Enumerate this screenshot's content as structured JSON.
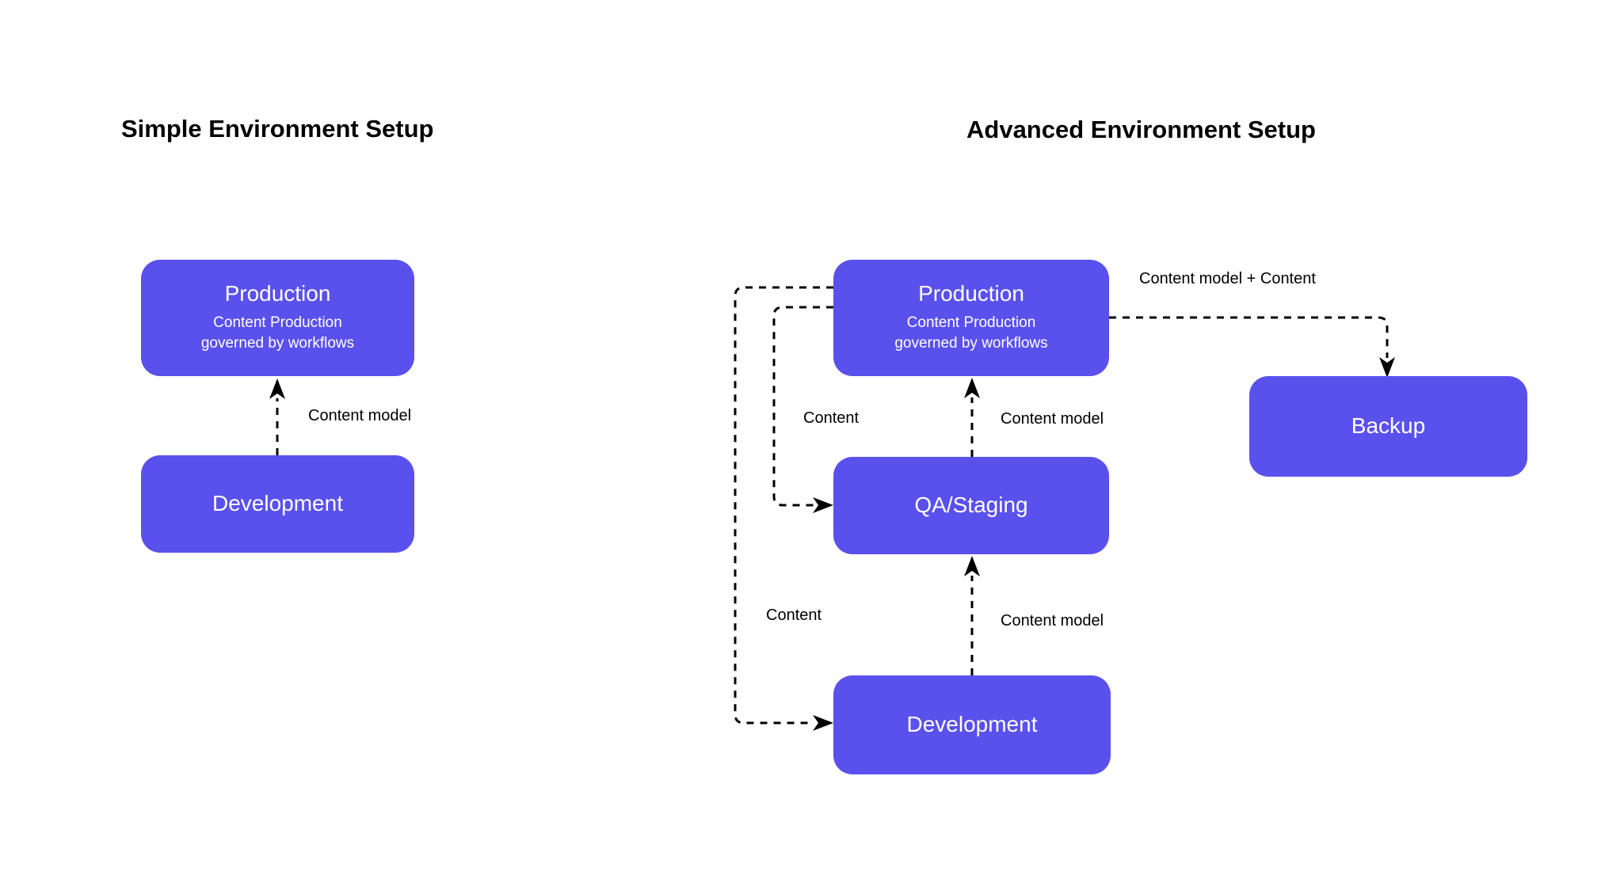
{
  "colors": {
    "node_fill": "#5A50EC",
    "node_text": "#FFFFFF",
    "line_color": "#000000",
    "bg_color": "#FFFFFF",
    "label_color": "#000000"
  },
  "simple": {
    "title": "Simple Environment Setup",
    "production": {
      "name": "Production",
      "desc_line1": "Content Production",
      "desc_line2": "governed by workflows"
    },
    "development": {
      "name": "Development"
    },
    "labels": {
      "dev_to_prod": "Content model"
    }
  },
  "advanced": {
    "title": "Advanced Environment Setup",
    "production": {
      "name": "Production",
      "desc_line1": "Content Production",
      "desc_line2": "governed by workflows"
    },
    "qa": {
      "name": "QA/Staging"
    },
    "development": {
      "name": "Development"
    },
    "backup": {
      "name": "Backup"
    },
    "labels": {
      "qa_to_prod": "Content model",
      "prod_to_qa": "Content",
      "dev_to_qa": "Content model",
      "prod_to_dev": "Content",
      "prod_to_backup": "Content model + Content"
    }
  }
}
